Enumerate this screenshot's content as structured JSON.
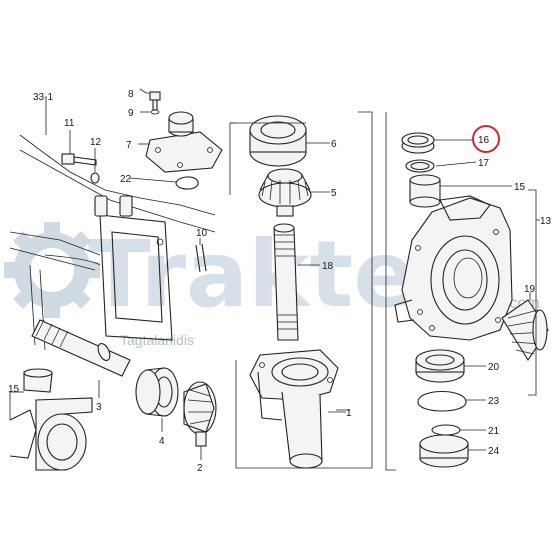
{
  "watermark": {
    "brand": "Trakter",
    "domain": ".com",
    "tagline": "Tagtalanidis"
  },
  "highlight": {
    "part_number": "16",
    "color": "#d9232d"
  },
  "callouts": {
    "c33_1": "33-1",
    "c8": "8",
    "c9": "9",
    "c7": "7",
    "c11": "11",
    "c12": "12",
    "c22": "22",
    "c6": "6",
    "c5": "5",
    "c10": "10",
    "c18": "18",
    "c16": "16",
    "c17": "17",
    "c15a": "15",
    "c13": "13",
    "c19": "19",
    "c20": "20",
    "c23": "23",
    "c21": "21",
    "c24": "24",
    "c1": "1",
    "c2": "2",
    "c3": "3",
    "c4": "4",
    "c15b": "15"
  },
  "colors": {
    "line": "#222222",
    "watermark": "#b7c8d6",
    "gear_watermark": "#a8bccd"
  }
}
